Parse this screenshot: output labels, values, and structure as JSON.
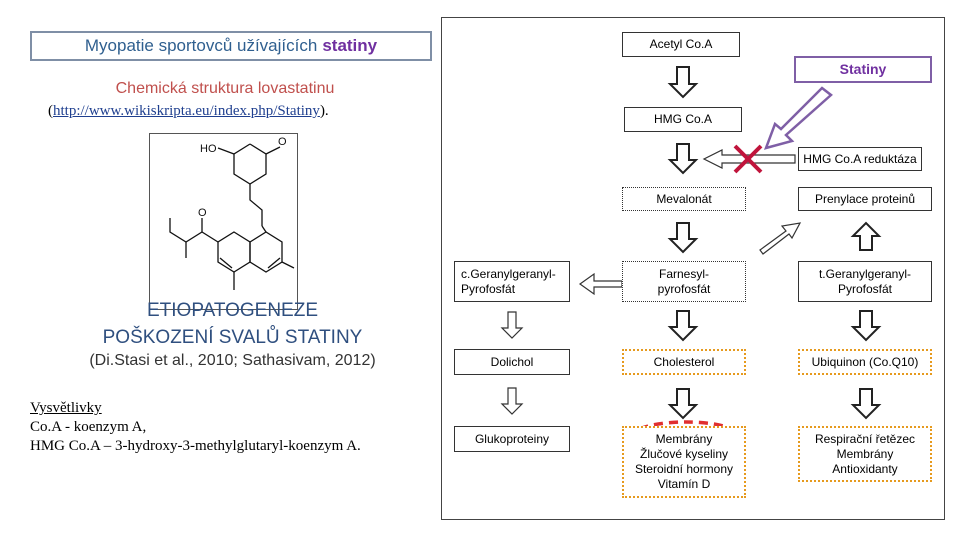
{
  "title": {
    "prefix": "Myopatie sportovců užívajících",
    "accent": "statiny"
  },
  "subtitle": "Chemická struktura lovastatinu",
  "source": {
    "open": "(",
    "url": "http://www.wikiskripta.eu/index.php/Statiny",
    "close": ")."
  },
  "molecule": {
    "label_ho": "HO",
    "label_o": "O"
  },
  "heading": {
    "line1": "ETIOPATOGENEZE",
    "line2": "POŠKOZENÍ SVALŮ STATINY"
  },
  "citation": "(Di.Stasi et al., 2010; Sathasivam, 2012)",
  "legend": {
    "title": "Vysvětlivky",
    "line1": "Co.A - koenzym A,",
    "line2": "HMG Co.A – 3-hydroxy-3-methylglutaryl-koenzym A."
  },
  "pathway": {
    "acetyl": "Acetyl Co.A",
    "statiny": "Statiny",
    "hmg": "HMG Co.A",
    "reductase": "HMG Co.A reduktáza",
    "mevalonat": "Mevalonát",
    "prenylace": "Prenylace proteinů",
    "c_ggpp": {
      "line1": "c.Geranylgeranyl-",
      "line2": "Pyrofosfát"
    },
    "farnesyl": {
      "line1": "Farnesyl-",
      "line2": "pyrofosfát"
    },
    "t_ggpp": {
      "line1": "t.Geranylgeranyl-",
      "line2": "Pyrofosfát"
    },
    "dolichol": "Dolichol",
    "cholesterol": "Cholesterol",
    "ubiquinon": "Ubiquinon (Co.Q10)",
    "glyko": "Glukoproteiny",
    "membrany": {
      "line1": "Membrány",
      "line2": "Žlučové kyseliny",
      "line3": "Steroidní hormony",
      "line4": "Vitamín D"
    },
    "respirace": {
      "line1": "Respirační řetězec",
      "line2": "Membrány",
      "line3": "Antioxidanty"
    }
  },
  "colors": {
    "accent_purple": "#7030a0",
    "title_blue": "#2f5f8f",
    "subtitle_red": "#c0504d",
    "highlight_orange": "#e69a1e",
    "inhibit_red": "#c0143c",
    "dash_red": "#e03030"
  }
}
